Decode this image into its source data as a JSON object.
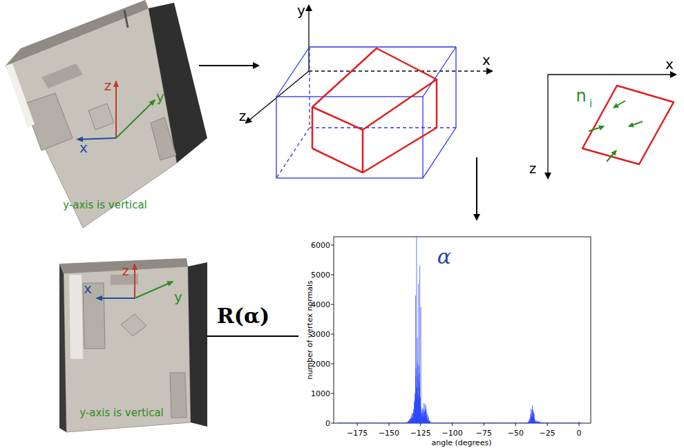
{
  "diagram": {
    "labels": [
      "z",
      "y",
      "x",
      "y-axis is vertical",
      "y",
      "x",
      "z",
      "x",
      "z",
      "n",
      "i",
      "α",
      "0",
      "1000",
      "2000",
      "3000",
      "4000",
      "5000",
      "6000",
      "number of vertex normals",
      "−175",
      "−150",
      "−125",
      "−100",
      "−75",
      "−50",
      "−25",
      "0",
      "angle (degrees)",
      "R(α)",
      "z",
      "y",
      "x",
      "y-axis is vertical"
    ]
  }
}
